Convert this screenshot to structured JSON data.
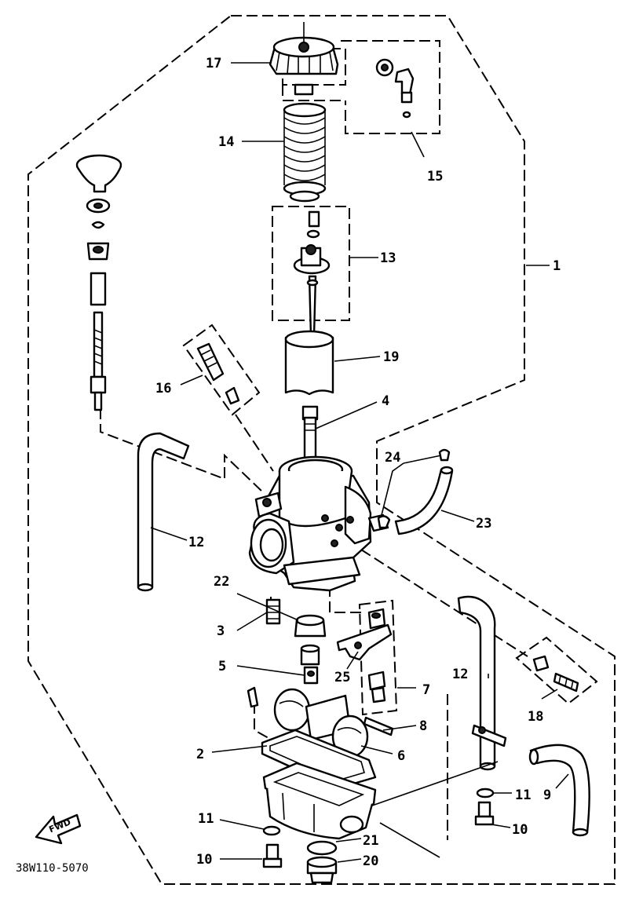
{
  "diagram": {
    "drawing_code": "38W110-5070",
    "direction_label": "FWD",
    "callouts": [
      {
        "id": "17",
        "text": "17"
      },
      {
        "id": "14",
        "text": "14"
      },
      {
        "id": "15",
        "text": "15"
      },
      {
        "id": "13",
        "text": "13"
      },
      {
        "id": "1",
        "text": "1"
      },
      {
        "id": "19",
        "text": "19"
      },
      {
        "id": "16",
        "text": "16"
      },
      {
        "id": "4",
        "text": "4"
      },
      {
        "id": "24",
        "text": "24"
      },
      {
        "id": "23",
        "text": "23"
      },
      {
        "id": "12a",
        "text": "12"
      },
      {
        "id": "22",
        "text": "22"
      },
      {
        "id": "3",
        "text": "3"
      },
      {
        "id": "5",
        "text": "5"
      },
      {
        "id": "25",
        "text": "25"
      },
      {
        "id": "7",
        "text": "7"
      },
      {
        "id": "12b",
        "text": "12"
      },
      {
        "id": "18",
        "text": "18"
      },
      {
        "id": "8",
        "text": "8"
      },
      {
        "id": "2",
        "text": "2"
      },
      {
        "id": "6",
        "text": "6"
      },
      {
        "id": "11a",
        "text": "11"
      },
      {
        "id": "9",
        "text": "9"
      },
      {
        "id": "11b",
        "text": "11"
      },
      {
        "id": "10a",
        "text": "10"
      },
      {
        "id": "21",
        "text": "21"
      },
      {
        "id": "10b",
        "text": "10"
      },
      {
        "id": "20",
        "text": "20"
      }
    ]
  }
}
